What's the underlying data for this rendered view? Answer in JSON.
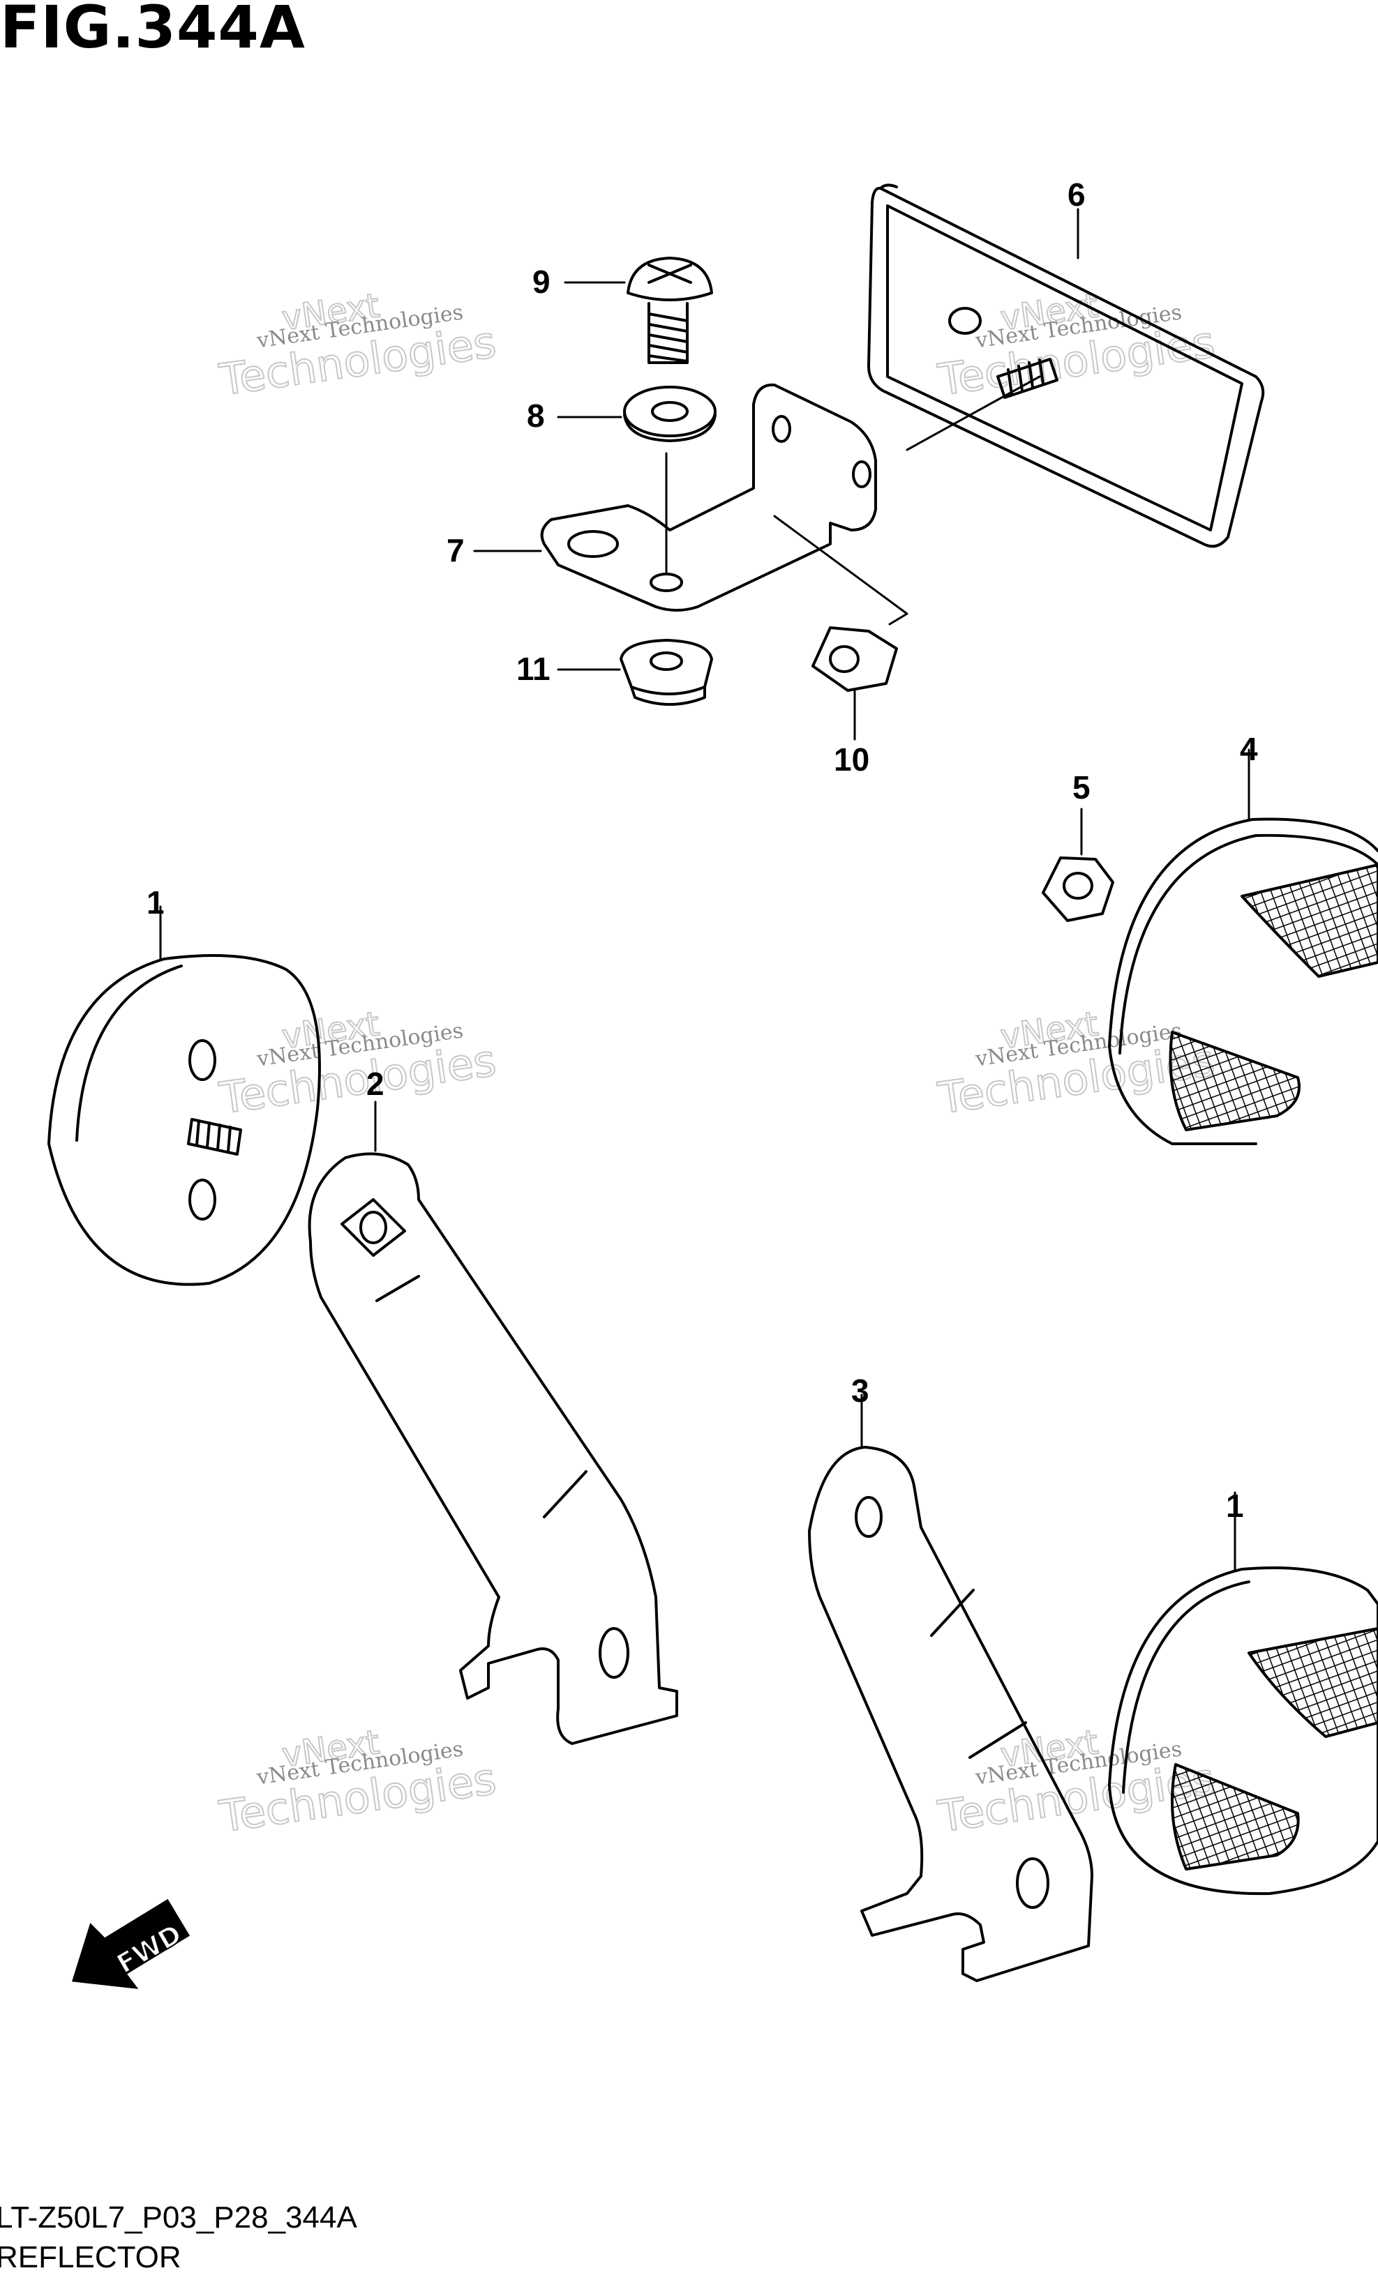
{
  "figure": {
    "title": "FIG.344A",
    "code": "LT-Z50L7_P03_P28_344A",
    "name": "REFLECTOR"
  },
  "callouts": [
    {
      "id": "c1a",
      "label": "1"
    },
    {
      "id": "c2",
      "label": "2"
    },
    {
      "id": "c3",
      "label": "3"
    },
    {
      "id": "c4",
      "label": "4"
    },
    {
      "id": "c5",
      "label": "5"
    },
    {
      "id": "c6",
      "label": "6"
    },
    {
      "id": "c7",
      "label": "7"
    },
    {
      "id": "c8",
      "label": "8"
    },
    {
      "id": "c9",
      "label": "9"
    },
    {
      "id": "c10",
      "label": "10"
    },
    {
      "id": "c11",
      "label": "11"
    },
    {
      "id": "c1b",
      "label": "1"
    }
  ],
  "watermark": {
    "line1": "vNext Technologies",
    "line2": "Technologies",
    "line3": "vNext"
  },
  "fwd_label": "FWD"
}
